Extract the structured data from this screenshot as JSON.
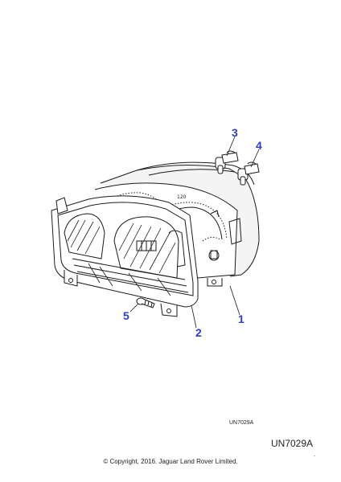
{
  "callouts": [
    {
      "id": "1",
      "label": "1"
    },
    {
      "id": "2",
      "label": "2"
    },
    {
      "id": "3",
      "label": "3"
    },
    {
      "id": "4",
      "label": "4"
    },
    {
      "id": "5",
      "label": "5"
    }
  ],
  "illustration_code_small": "UN7029A",
  "illustration_code_large": "UN7029A",
  "copyright": "© Copyright, 2016. Jaguar Land Rover Limited.",
  "colors": {
    "callout": "#2b3fbf",
    "line": "#1a1a1a"
  }
}
